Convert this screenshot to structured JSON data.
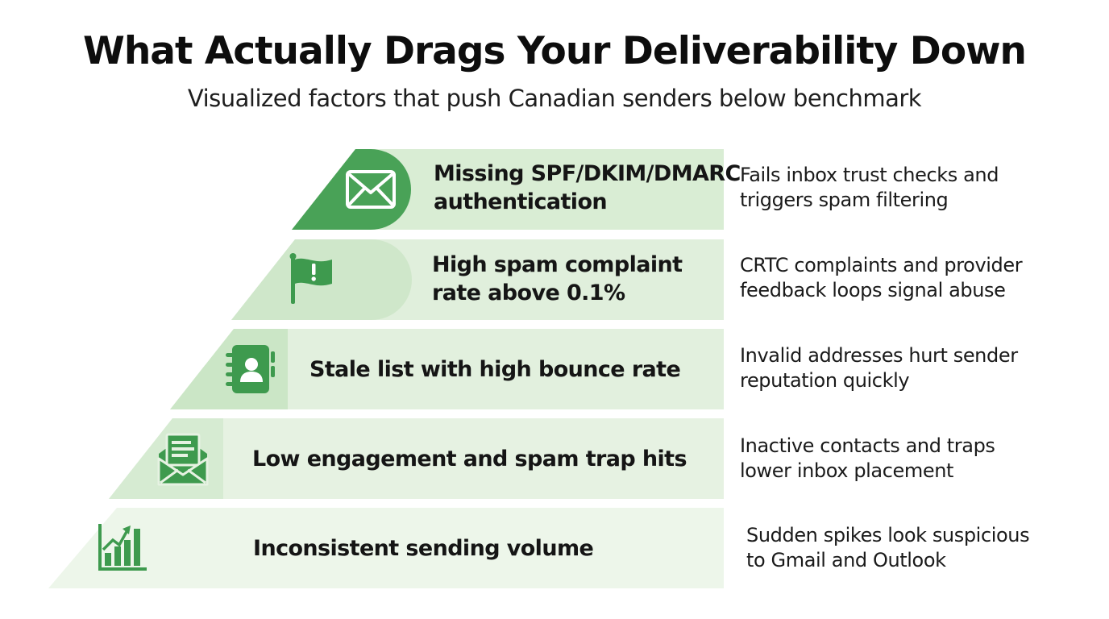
{
  "title": "What Actually Drags Your Deliverability Down",
  "subtitle": "Visualized factors that push Canadian senders below benchmark",
  "colors": {
    "primary_green": "#49a257",
    "icon_green": "#3e9a4e",
    "band_light": "#dcefd8",
    "band_lighter": "#e6f3e3",
    "band_lightest": "#edf6ea"
  },
  "rows": [
    {
      "icon": "envelope-icon",
      "label_lines": [
        "Missing SPF/DKIM/DMARC",
        "authentication"
      ],
      "description_lines": [
        "Fails inbox trust checks and",
        "triggers spam filtering"
      ]
    },
    {
      "icon": "warning-flag-icon",
      "label_lines": [
        "High spam complaint",
        "rate above 0.1%"
      ],
      "description_lines": [
        "CRTC complaints and provider",
        "feedback loops signal abuse"
      ]
    },
    {
      "icon": "contact-book-icon",
      "label_lines": [
        "Stale list with high bounce rate"
      ],
      "description_lines": [
        "Invalid addresses hurt sender",
        "reputation quickly"
      ]
    },
    {
      "icon": "open-envelope-letter-icon",
      "label_lines": [
        "Low engagement and spam trap hits"
      ],
      "description_lines": [
        "Inactive contacts and traps",
        "lower inbox placement"
      ]
    },
    {
      "icon": "bar-chart-trend-icon",
      "label_lines": [
        "Inconsistent sending volume"
      ],
      "description_lines": [
        "Sudden spikes look suspicious",
        "to Gmail and Outlook"
      ]
    }
  ]
}
